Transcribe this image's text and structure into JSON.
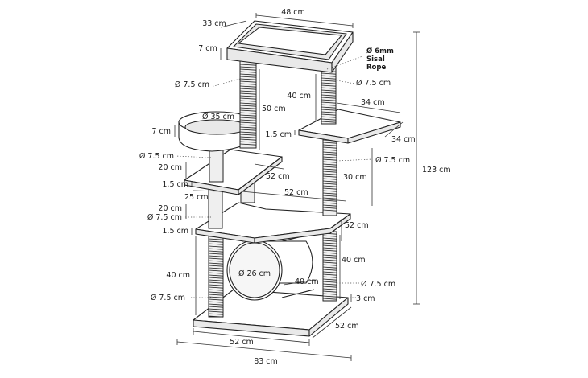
{
  "colors": {
    "line": "#222222",
    "post_fill": "#efefef",
    "background": "#ffffff"
  },
  "dimensions": {
    "top_width": "48 cm",
    "top_depth": "33 cm",
    "top_height": "7 cm",
    "rope_label_line1": "Ø 6mm",
    "rope_label_line2": "Sisal",
    "rope_label_line3": "Rope",
    "post_top_left_dia": "Ø 7.5 cm",
    "post_top_right_dia": "Ø 7.5 cm",
    "post_top_left_len": "50 cm",
    "post_top_right_len": "40 cm",
    "right_shelf_width": "34 cm",
    "right_shelf_depth": "34 cm",
    "right_shelf_thick": "1.5 cm",
    "bed_dia": "Ø 35 cm",
    "bed_height": "7 cm",
    "mid_post_dia": "Ø 7.5 cm",
    "mid_post_len": "20 cm",
    "mid_shelf_thick": "1.5 cm",
    "mid_shelf_depth": "52 cm",
    "mid_shelf_depth2": "25 cm",
    "mid_shelf_width": "52 cm",
    "right_mid_dia": "Ø 7.5 cm",
    "right_mid_len": "30 cm",
    "lower_post_len": "20 cm",
    "lower_post_dia": "Ø 7.5 cm",
    "lower_shelf_thick": "1.5 cm",
    "lower_shelf_right": "52 cm",
    "tunnel_dia": "Ø 26 cm",
    "tunnel_len": "40 cm",
    "lower_right_post_len": "40 cm",
    "bottom_left_post_len": "40 cm",
    "bottom_left_post_dia": "Ø 7.5 cm",
    "bottom_right_post_dia": "Ø 7.5 cm",
    "base_thick": "3 cm",
    "base_depth": "52 cm",
    "base_width": "52 cm",
    "overall_width": "83 cm",
    "overall_height": "123 cm"
  }
}
